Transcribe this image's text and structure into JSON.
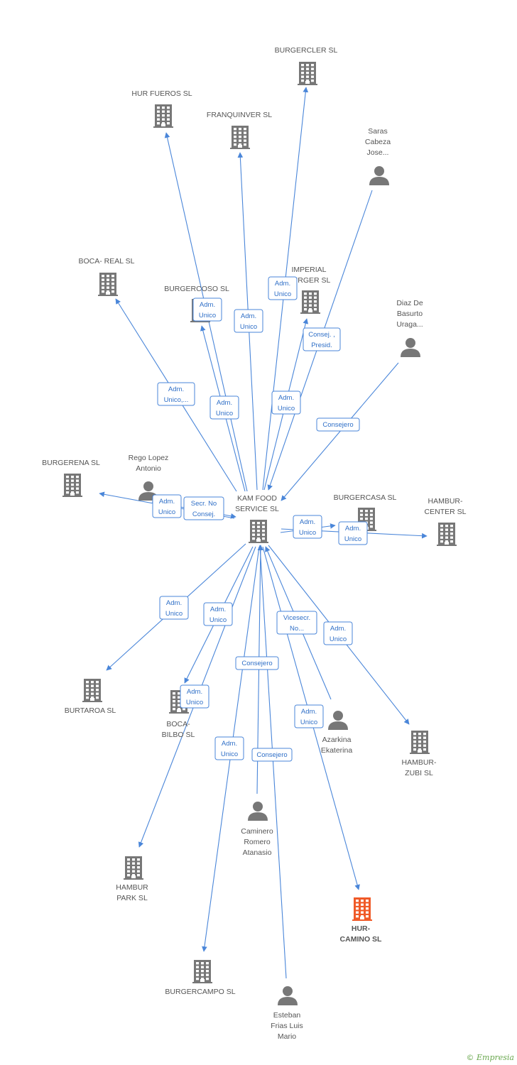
{
  "colors": {
    "edge": "#4a86d9",
    "node": "#777777",
    "highlight": "#f05a28"
  },
  "nodes": [
    {
      "id": "kam",
      "type": "company",
      "label": [
        "KAM FOOD",
        "SERVICE  SL"
      ]
    },
    {
      "id": "burgercler",
      "type": "company",
      "label": [
        "BURGERCLER SL"
      ]
    },
    {
      "id": "hurfueros",
      "type": "company",
      "label": [
        "HUR FUEROS SL"
      ]
    },
    {
      "id": "franquinver",
      "type": "company",
      "label": [
        "FRANQUINVER SL"
      ]
    },
    {
      "id": "saras",
      "type": "person",
      "label": [
        "Saras",
        "Cabeza",
        "Jose..."
      ]
    },
    {
      "id": "bocareal",
      "type": "company",
      "label": [
        "BOCA- REAL SL"
      ]
    },
    {
      "id": "burgercoso",
      "type": "company",
      "label": [
        "BURGERCOSO SL"
      ]
    },
    {
      "id": "imperial",
      "type": "company",
      "label": [
        "IMPERIAL",
        "BURGER SL"
      ]
    },
    {
      "id": "diaz",
      "type": "person",
      "label": [
        "Diaz De",
        "Basurto",
        "Uraga..."
      ]
    },
    {
      "id": "burgerena",
      "type": "company",
      "label": [
        "BURGERENA SL"
      ]
    },
    {
      "id": "rego",
      "type": "person",
      "label": [
        "Rego Lopez",
        "Antonio"
      ]
    },
    {
      "id": "burgercasa",
      "type": "company",
      "label": [
        "BURGERCASA SL"
      ]
    },
    {
      "id": "hamburcenter",
      "type": "company",
      "label": [
        "HAMBUR-",
        "CENTER SL"
      ]
    },
    {
      "id": "burtaroa",
      "type": "company",
      "label": [
        "BURTAROA SL"
      ]
    },
    {
      "id": "bocabilbo",
      "type": "company",
      "label": [
        "BOCA-",
        "BILBO SL"
      ]
    },
    {
      "id": "azarkina",
      "type": "person",
      "label": [
        "Azarkina",
        "Ekaterina"
      ]
    },
    {
      "id": "hamburzubi",
      "type": "company",
      "label": [
        "HAMBUR-",
        "ZUBI SL"
      ]
    },
    {
      "id": "caminero",
      "type": "person",
      "label": [
        "Caminero",
        "Romero",
        "Atanasio"
      ]
    },
    {
      "id": "hamburpark",
      "type": "company",
      "label": [
        "HAMBUR",
        "PARK SL"
      ]
    },
    {
      "id": "hurcamino",
      "type": "company",
      "label": [
        "HUR-",
        "CAMINO SL"
      ],
      "highlight": true
    },
    {
      "id": "burgercampo",
      "type": "company",
      "label": [
        "BURGERCAMPO SL"
      ]
    },
    {
      "id": "esteban",
      "type": "person",
      "label": [
        "Esteban",
        "Frias Luis",
        "Mario"
      ]
    }
  ],
  "edges": [
    {
      "from": "kam",
      "to": "burgercler",
      "label": [
        "Adm.",
        "Unico"
      ]
    },
    {
      "from": "kam",
      "to": "hurfueros",
      "label": [
        "Adm.",
        "Unico"
      ]
    },
    {
      "from": "kam",
      "to": "franquinver",
      "label": [
        "Adm.",
        "Unico"
      ]
    },
    {
      "from": "saras",
      "to": "kam",
      "label": [
        "Consej. ,",
        "Presid."
      ]
    },
    {
      "from": "kam",
      "to": "bocareal",
      "label": [
        "Adm.",
        "Unico,..."
      ]
    },
    {
      "from": "kam",
      "to": "burgercoso",
      "label": [
        "Adm.",
        "Unico"
      ]
    },
    {
      "from": "kam",
      "to": "imperial",
      "label": [
        "Adm.",
        "Unico"
      ]
    },
    {
      "from": "diaz",
      "to": "kam",
      "label": [
        "Consejero"
      ]
    },
    {
      "from": "kam",
      "to": "burgerena",
      "label": [
        "Adm.",
        "Unico"
      ]
    },
    {
      "from": "rego",
      "to": "kam",
      "label": [
        "Secr.  No",
        "Consej."
      ]
    },
    {
      "from": "kam",
      "to": "burgercasa",
      "label": [
        "Adm.",
        "Unico"
      ]
    },
    {
      "from": "kam",
      "to": "hamburcenter",
      "label": [
        "Adm.",
        "Unico"
      ]
    },
    {
      "from": "kam",
      "to": "burtaroa",
      "label": [
        "Adm.",
        "Unico"
      ]
    },
    {
      "from": "kam",
      "to": "bocabilbo",
      "label": [
        "Adm.",
        "Unico"
      ]
    },
    {
      "from": "azarkina",
      "to": "kam",
      "label": [
        "Vicesecr.",
        "No..."
      ]
    },
    {
      "from": "kam",
      "to": "hamburzubi",
      "label": [
        "Adm.",
        "Unico"
      ]
    },
    {
      "from": "caminero",
      "to": "kam",
      "label": [
        "Consejero"
      ]
    },
    {
      "from": "kam",
      "to": "hamburpark",
      "label": [
        "Adm.",
        "Unico"
      ]
    },
    {
      "from": "kam",
      "to": "hurcamino",
      "label": [
        "Adm.",
        "Unico"
      ]
    },
    {
      "from": "kam",
      "to": "burgercampo",
      "label": [
        "Adm.",
        "Unico"
      ]
    },
    {
      "from": "esteban",
      "to": "kam",
      "label": [
        "Consejero"
      ]
    }
  ],
  "footer": {
    "copyright": "©",
    "brand": "Empresia"
  }
}
